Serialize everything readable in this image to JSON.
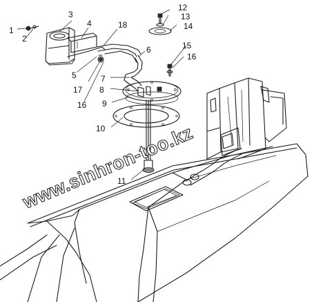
{
  "diagram": {
    "watermark": "www.sinhron-too.kz",
    "callouts": [
      "1",
      "2",
      "3",
      "4",
      "5",
      "6",
      "7",
      "8",
      "9",
      "10",
      "11",
      "12",
      "13",
      "14",
      "15",
      "16",
      "16",
      "17",
      "18"
    ]
  }
}
